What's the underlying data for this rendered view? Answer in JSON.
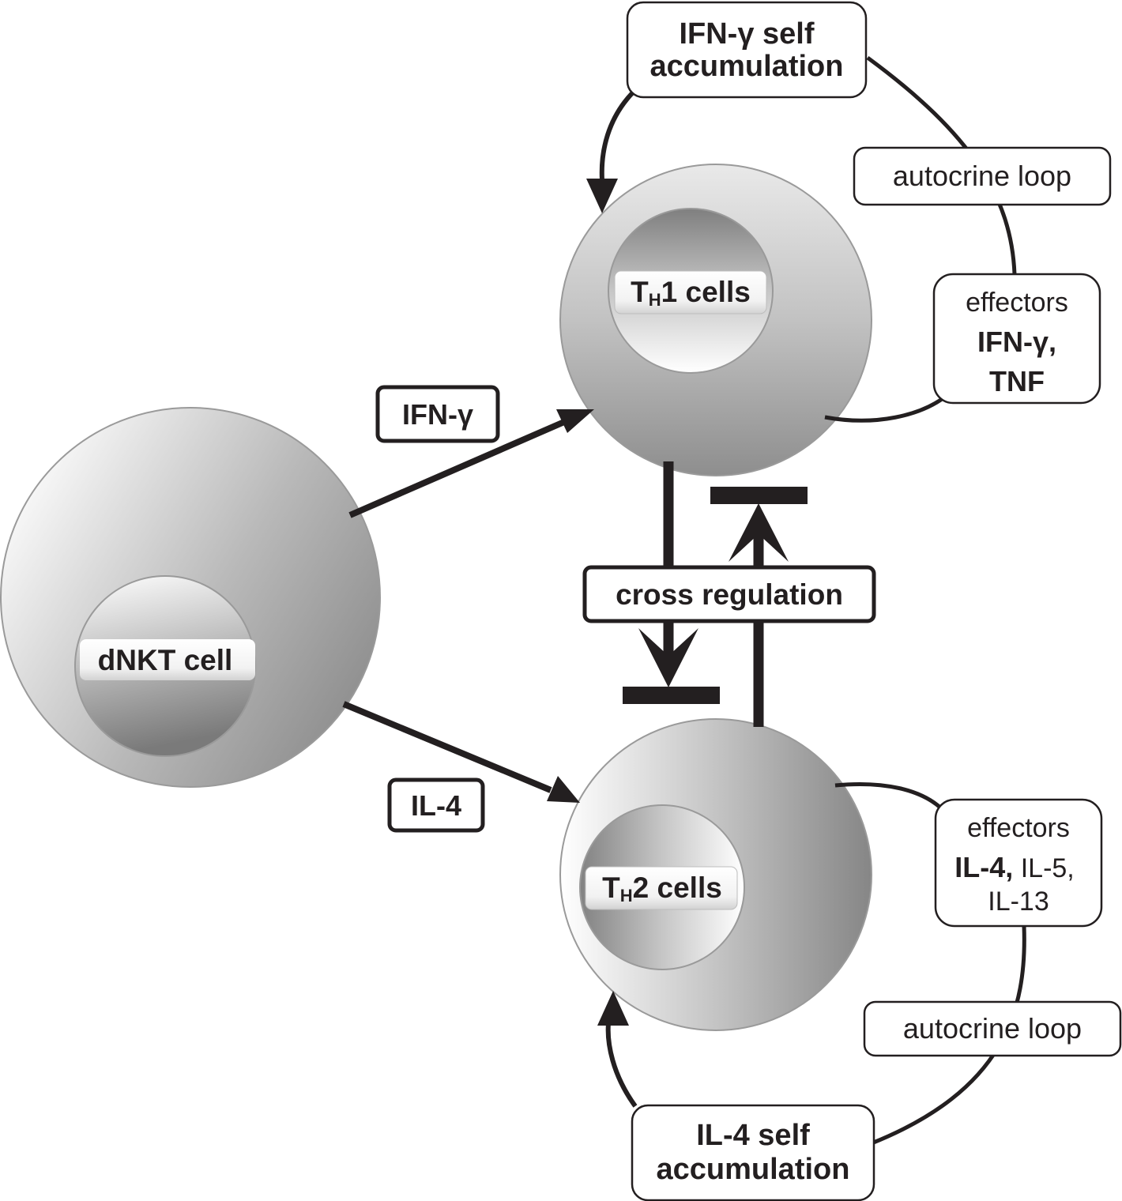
{
  "diagram": {
    "nodes": {
      "dnkt": {
        "label": "dNKT cell"
      },
      "th1": {
        "label_main": "T",
        "label_sub": "H",
        "label_rest": "1 cells"
      },
      "th2": {
        "label_main": "T",
        "label_sub": "H",
        "label_rest": "2 cells"
      }
    },
    "edges": {
      "dnkt_to_th1": {
        "label": "IFN-γ"
      },
      "dnkt_to_th2": {
        "label": "IL-4"
      },
      "cross": {
        "label": "cross regulation"
      }
    },
    "th1_loop": {
      "self_line1": "IFN-γ self",
      "self_line2": "accumulation",
      "loop_label": "autocrine loop",
      "effectors_title": "effectors",
      "effectors_line1": "IFN-γ,",
      "effectors_line2": "TNF"
    },
    "th2_loop": {
      "self_line1": "IL-4 self",
      "self_line2": "accumulation",
      "loop_label": "autocrine loop",
      "effectors_title": "effectors",
      "effectors_bold": "IL-4,",
      "effectors_rest": " IL-5,",
      "effectors_line2": "IL-13"
    }
  }
}
